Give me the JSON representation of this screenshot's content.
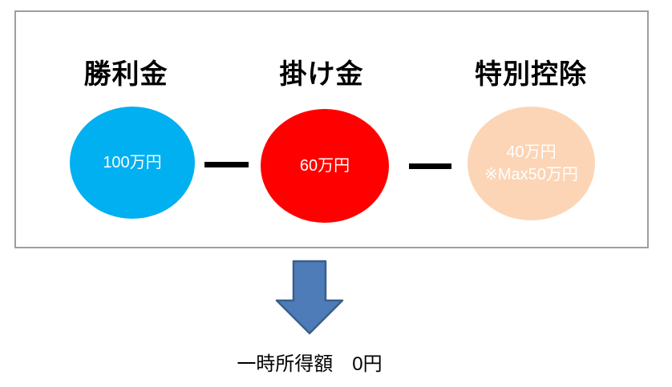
{
  "figure": {
    "description": "one-time income calculation diagram",
    "columns": [
      {
        "title": "勝利金",
        "value": "100万円",
        "note": "",
        "color": "#00B0F0",
        "text_color": "#FFFFFF"
      },
      {
        "title": "掛け金",
        "value": "60万円",
        "note": "",
        "color": "#FF0000",
        "text_color": "#FFFFFF"
      },
      {
        "title": "特別控除",
        "value": "40万円",
        "note": "※Max50万円",
        "color": "#FBD5B5",
        "text_color": "#FFFFFF"
      }
    ],
    "operator": "−",
    "arrow": {
      "direction": "down",
      "fill": "#4E7CB8",
      "border": "#3A5F8B"
    },
    "result_label": "一時所得額　0円",
    "box_border_color": "#9E9E9E"
  }
}
